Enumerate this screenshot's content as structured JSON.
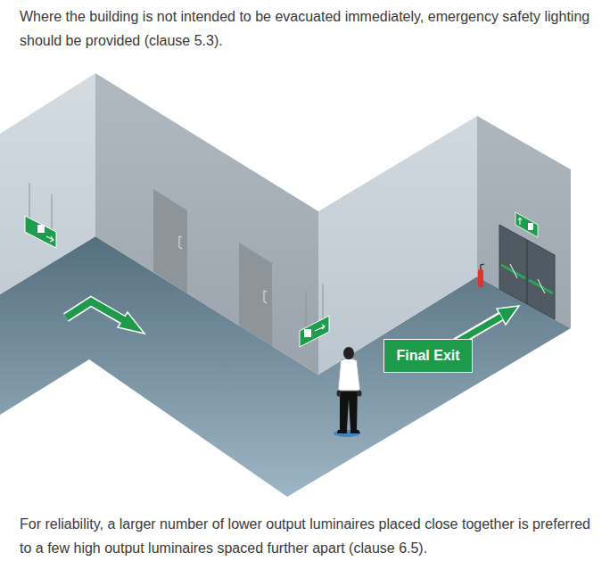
{
  "diagram": {
    "nodes": [
      {
        "text": [
          "Final Exit"
        ]
      }
    ],
    "labels": [
      "Where the building is not intended to be evacuated immediately, emergency safety lighting should be provided (clause 5.3).",
      "For reliability, a larger number of lower output luminaires placed close together is preferred to a few high output luminaires spaced further apart (clause 6.5)."
    ]
  }
}
